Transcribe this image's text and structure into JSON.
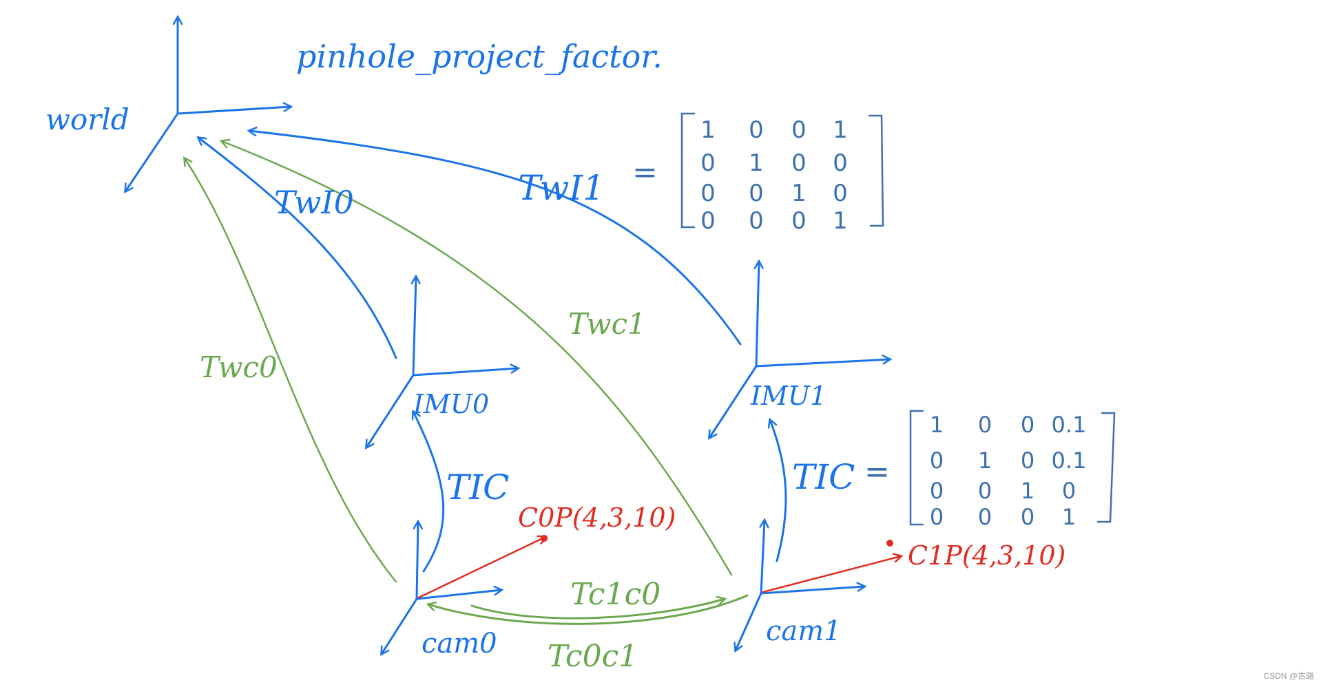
{
  "title": "pinhole_project_factor.",
  "frames": {
    "world": "world",
    "imu0": "IMU0",
    "imu1": "IMU1",
    "cam0": "cam0",
    "cam1": "cam1"
  },
  "transforms": {
    "twi0": "TwI0",
    "twi1": "TwI1",
    "twc0": "Twc0",
    "twc1": "Twc1",
    "tic_left": "TIC",
    "tic_right": "TIC",
    "tc1c0": "Tc1c0",
    "tc0c1": "Tc0c1"
  },
  "equals": "=",
  "points": {
    "c0p": "C0P(4,3,10)",
    "c1p": "C1P(4,3,10)"
  },
  "matrices": {
    "twi1": [
      [
        "1",
        "0",
        "0",
        "1"
      ],
      [
        "0",
        "1",
        "0",
        "0"
      ],
      [
        "0",
        "0",
        "1",
        "0"
      ],
      [
        "0",
        "0",
        "0",
        "1"
      ]
    ],
    "tic": [
      [
        "1",
        "0",
        "0",
        "0.1"
      ],
      [
        "0",
        "1",
        "0",
        "0.1"
      ],
      [
        "0",
        "0",
        "1",
        "0"
      ],
      [
        "0",
        "0",
        "0",
        "1"
      ]
    ]
  },
  "colors": {
    "blue": "#1a73e8",
    "green": "#6aa84f",
    "red": "#e02b20",
    "matrix": "#3d6fb0"
  },
  "watermark": "CSDN @古路"
}
